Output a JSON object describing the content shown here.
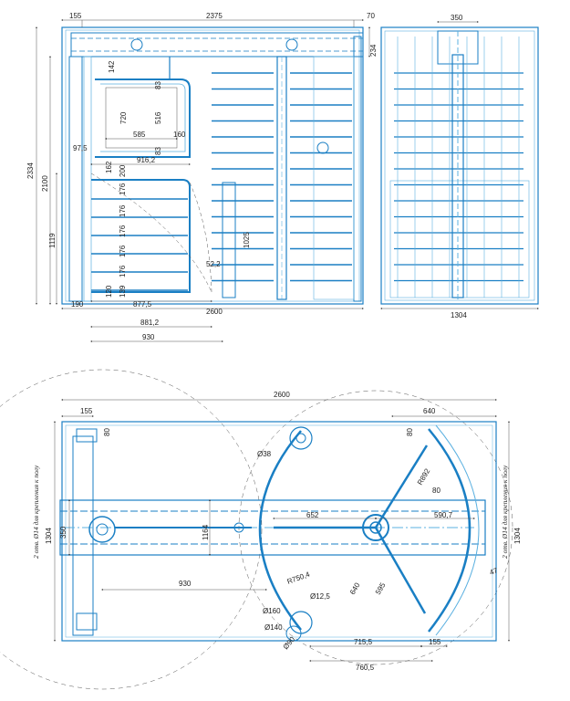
{
  "drawing": {
    "colors": {
      "line": "#1a7fc4",
      "light": "#5bb0e0",
      "dim": "#444444",
      "text": "#222222"
    },
    "front_view": {
      "dims": {
        "top_left": "155",
        "top_mid": "2375",
        "top_right": "70",
        "total_height": "2334",
        "height_2100": "2100",
        "height_1119": "1119",
        "w_142": "142",
        "h_83a": "83",
        "h_720": "720",
        "h_516": "516",
        "w_585": "585",
        "w_160": "160",
        "h_83b": "83",
        "w_97_5": "97,5",
        "w_916_2": "916,2",
        "h_162": "162",
        "h_200": "200",
        "h_176a": "176",
        "h_176b": "176",
        "h_176c": "176",
        "h_176d": "176",
        "h_176e": "176",
        "h_1025": "1025",
        "w_52_2": "52,2",
        "h_120": "120",
        "h_139": "139",
        "w_190": "190",
        "w_877_5": "877,5",
        "total_width": "2600",
        "w_881_2": "881,2",
        "w_930": "930",
        "h_234": "234"
      }
    },
    "side_view": {
      "dims": {
        "top": "350",
        "bottom": "1304"
      }
    },
    "plan_view": {
      "dims": {
        "total": "2600",
        "left_155": "155",
        "left_80": "80",
        "right_640": "640",
        "right_80": "80",
        "d38": "Ø38",
        "r892": "R892",
        "r80": "80",
        "w652": "652",
        "w590_7": "590,7",
        "w1164": "1164",
        "left_1304": "1304",
        "left_350": "350",
        "right_1304": "1304",
        "w930": "930",
        "r750_4": "R750,4",
        "d12_5": "Ø12,5",
        "w640": "640",
        "w595": "595",
        "d160": "Ø160",
        "d140": "Ø140",
        "d90": "Ø90",
        "w715_5": "715,5",
        "w155": "155",
        "w760_5": "760,5",
        "w47": "47"
      },
      "notes": {
        "left": "2 отв. Ø14 для крепления к полу",
        "right": "2 отв. Ø14 для крепления к полу"
      }
    }
  }
}
